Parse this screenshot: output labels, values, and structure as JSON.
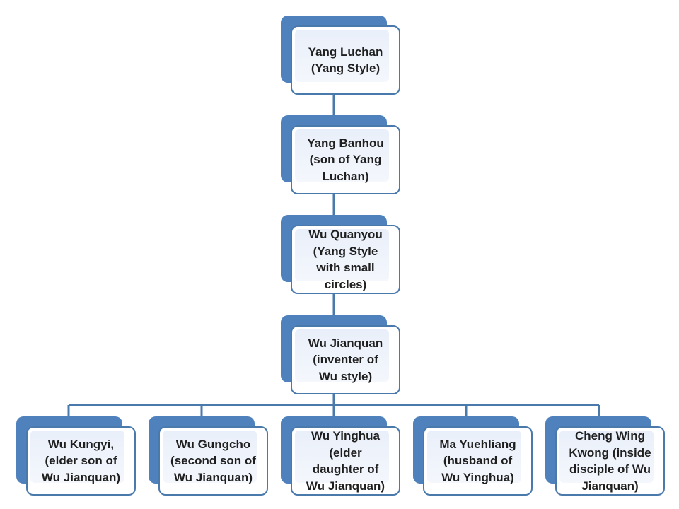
{
  "nodes": {
    "yang_luchan": "Yang Luchan (Yang Style)",
    "yang_banhou": "Yang Banhou (son of Yang Luchan)",
    "wu_quanyou": "Wu Quanyou (Yang Style with small circles)",
    "wu_jianquan": "Wu Jianquan (inventer of Wu style)",
    "children": [
      "Wu Kungyi, (elder son of Wu Jianquan)",
      "Wu Gungcho (second son of Wu Jianquan)",
      "Wu Yinghua (elder daughter of Wu Jianquan)",
      "Ma Yuehliang (husband of Wu Yinghua)",
      "Cheng Wing Kwong (inside disciple of Wu Jianquan)"
    ]
  },
  "colors": {
    "box_back": "#4f81bd",
    "box_border": "#4a79ac",
    "connector": "#4a79ac",
    "box_fill": "#eef3fb"
  }
}
